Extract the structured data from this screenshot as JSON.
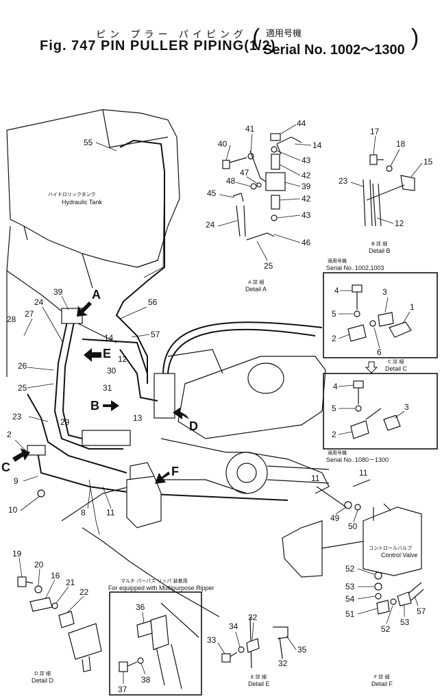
{
  "title": {
    "jp": "ピン プラー パイピング",
    "main": "Fig. 747 PIN PULLER PIPING(1/2)",
    "serial_jp": "適用号機",
    "serial": "Serial No. 1002～1300"
  },
  "labels": {
    "hydraulic_tank_jp": "ハイドロリックタンク",
    "hydraulic_tank": "Hydraulic Tank",
    "control_valve_jp": "コントロールバルブ",
    "control_valve": "Control Valve",
    "ripper_jp": "マルチ パーパス リッパ 装着用",
    "ripper": "For equipped with Multipurpose Ripper",
    "serial_c1_jp": "適用号機",
    "serial_c1": "Serial No. 1002,1003",
    "serial_c2_jp": "適用号機",
    "serial_c2": "Serial No. 1080－1300"
  },
  "details": {
    "a_jp": "A 詳 細",
    "a": "Detail A",
    "b_jp": "B 詳 細",
    "b": "Detail B",
    "c_jp": "C 詳 細",
    "c": "Detail C",
    "d_jp": "D 詳 細",
    "d": "Detail D",
    "e_jp": "E 詳 細",
    "e": "Detail E",
    "f_jp": "F 詳 細",
    "f": "Detail F"
  },
  "view_letters": {
    "A": "A",
    "B": "B",
    "C": "C",
    "D": "D",
    "E": "E",
    "F": "F"
  },
  "parts": {
    "p1": "1",
    "p2": "2",
    "p3": "3",
    "p4": "4",
    "p5": "5",
    "p6": "6",
    "p8": "8",
    "p9": "9",
    "p10": "10",
    "p11": "11",
    "p12": "12",
    "p13": "13",
    "p14": "14",
    "p15": "15",
    "p16": "16",
    "p17": "17",
    "p18": "18",
    "p19": "19",
    "p20": "20",
    "p21": "21",
    "p22": "22",
    "p23": "23",
    "p24": "24",
    "p25": "25",
    "p26": "26",
    "p27": "27",
    "p28": "28",
    "p29": "29",
    "p30": "30",
    "p31": "31",
    "p32": "32",
    "p33": "33",
    "p34": "34",
    "p35": "35",
    "p36": "36",
    "p37": "37",
    "p38": "38",
    "p39": "39",
    "p40": "40",
    "p41": "41",
    "p42": "42",
    "p43": "43",
    "p44": "44",
    "p45": "45",
    "p46": "46",
    "p47": "47",
    "p48": "48",
    "p49": "49",
    "p50": "50",
    "p51": "51",
    "p52": "52",
    "p53": "53",
    "p54": "54",
    "p56": "56",
    "p57": "57"
  }
}
